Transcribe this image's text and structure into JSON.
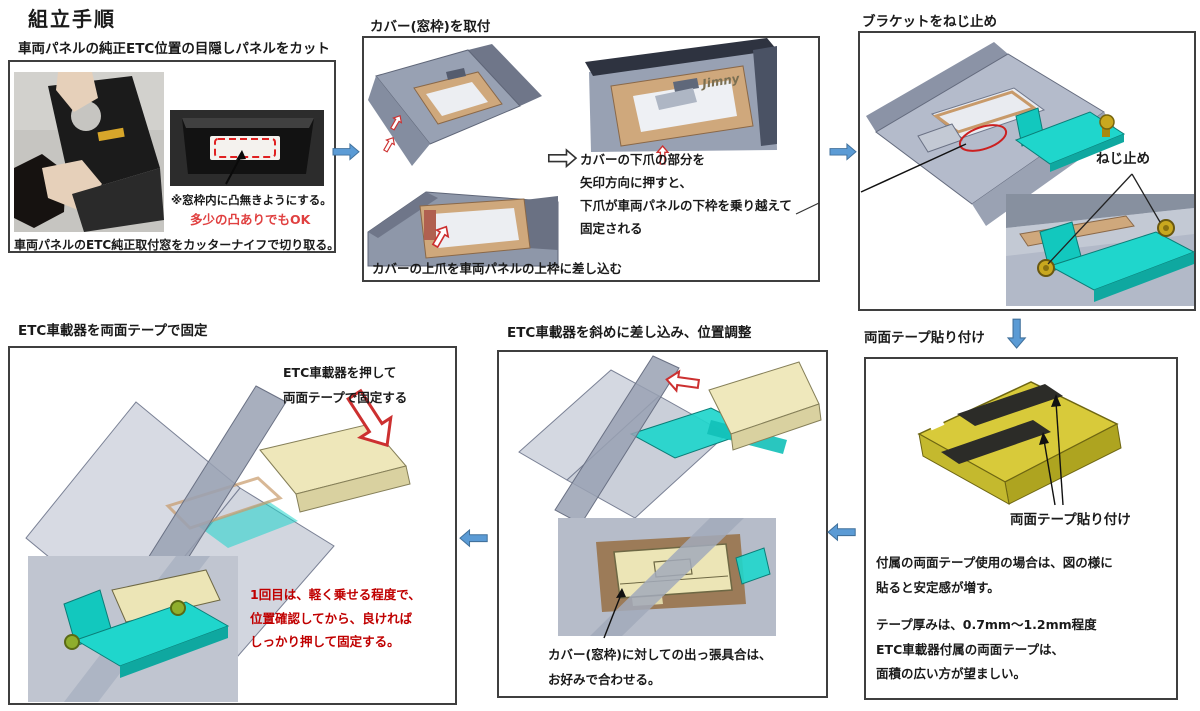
{
  "page": {
    "title": "組立手順"
  },
  "colors": {
    "flow_arrow_blue": "#5b9bd5",
    "flow_arrow_border": "#41719c",
    "warning_red": "#c00000",
    "highlight_red": "#e04040",
    "red_outline_arrow": "#cc3030",
    "bracket_teal": "#1fd6cc",
    "device_yellow": "#d8ca3a",
    "device_cream": "#efe8bc",
    "cover_tan": "#cfa87c",
    "cad_gray": "#b4bbcb",
    "panel_border": "#3f3f3f"
  },
  "icons": {
    "flow_arrow": "solid-block-arrow",
    "substep_arrow": "hollow-block-arrow",
    "push_arrow": "red-hollow-arrow"
  },
  "flow_arrows": [
    "right",
    "right",
    "down",
    "left",
    "left"
  ],
  "steps": {
    "step1": {
      "title": "車両パネルの純正ETC位置の目隠しパネルをカット",
      "note1": "※窓枠内に凸無きようにする。",
      "note2": "多少の凸ありでもOK",
      "caption": "車両パネルのETC純正取付窓をカッターナイフで切り取る。"
    },
    "step2": {
      "title": "カバー(窓枠)を取付",
      "note": "カバーの下爪の部分を\n矢印方向に押すと、\n下爪が車両パネルの下枠を乗り越えて\n固定される",
      "caption": "カバーの上爪を車両パネルの上枠に差し込む",
      "logo": "Jimny"
    },
    "step3": {
      "title": "ブラケットをねじ止め",
      "label": "ねじ止め"
    },
    "step4": {
      "title": "両面テープ貼り付け",
      "label": "両面テープ貼り付け",
      "para1": "付属の両面テープ使用の場合は、図の様に\n貼ると安定感が増す。",
      "para2": "テープ厚みは、0.7mm〜1.2mm程度\nETC車載器付属の両面テープは、\n面積の広い方が望ましい。"
    },
    "step5": {
      "title": "ETC車載器を斜めに差し込み、位置調整",
      "caption": "カバー(窓枠)に対しての出っ張具合は、\nお好みで合わせる。"
    },
    "step6": {
      "title": "ETC車載器を両面テープで固定",
      "note": "ETC車載器を押して\n両面テープで固定する",
      "warning": "1回目は、軽く乗せる程度で、\n位置確認してから、良ければ\nしっかり押して固定する。"
    }
  }
}
